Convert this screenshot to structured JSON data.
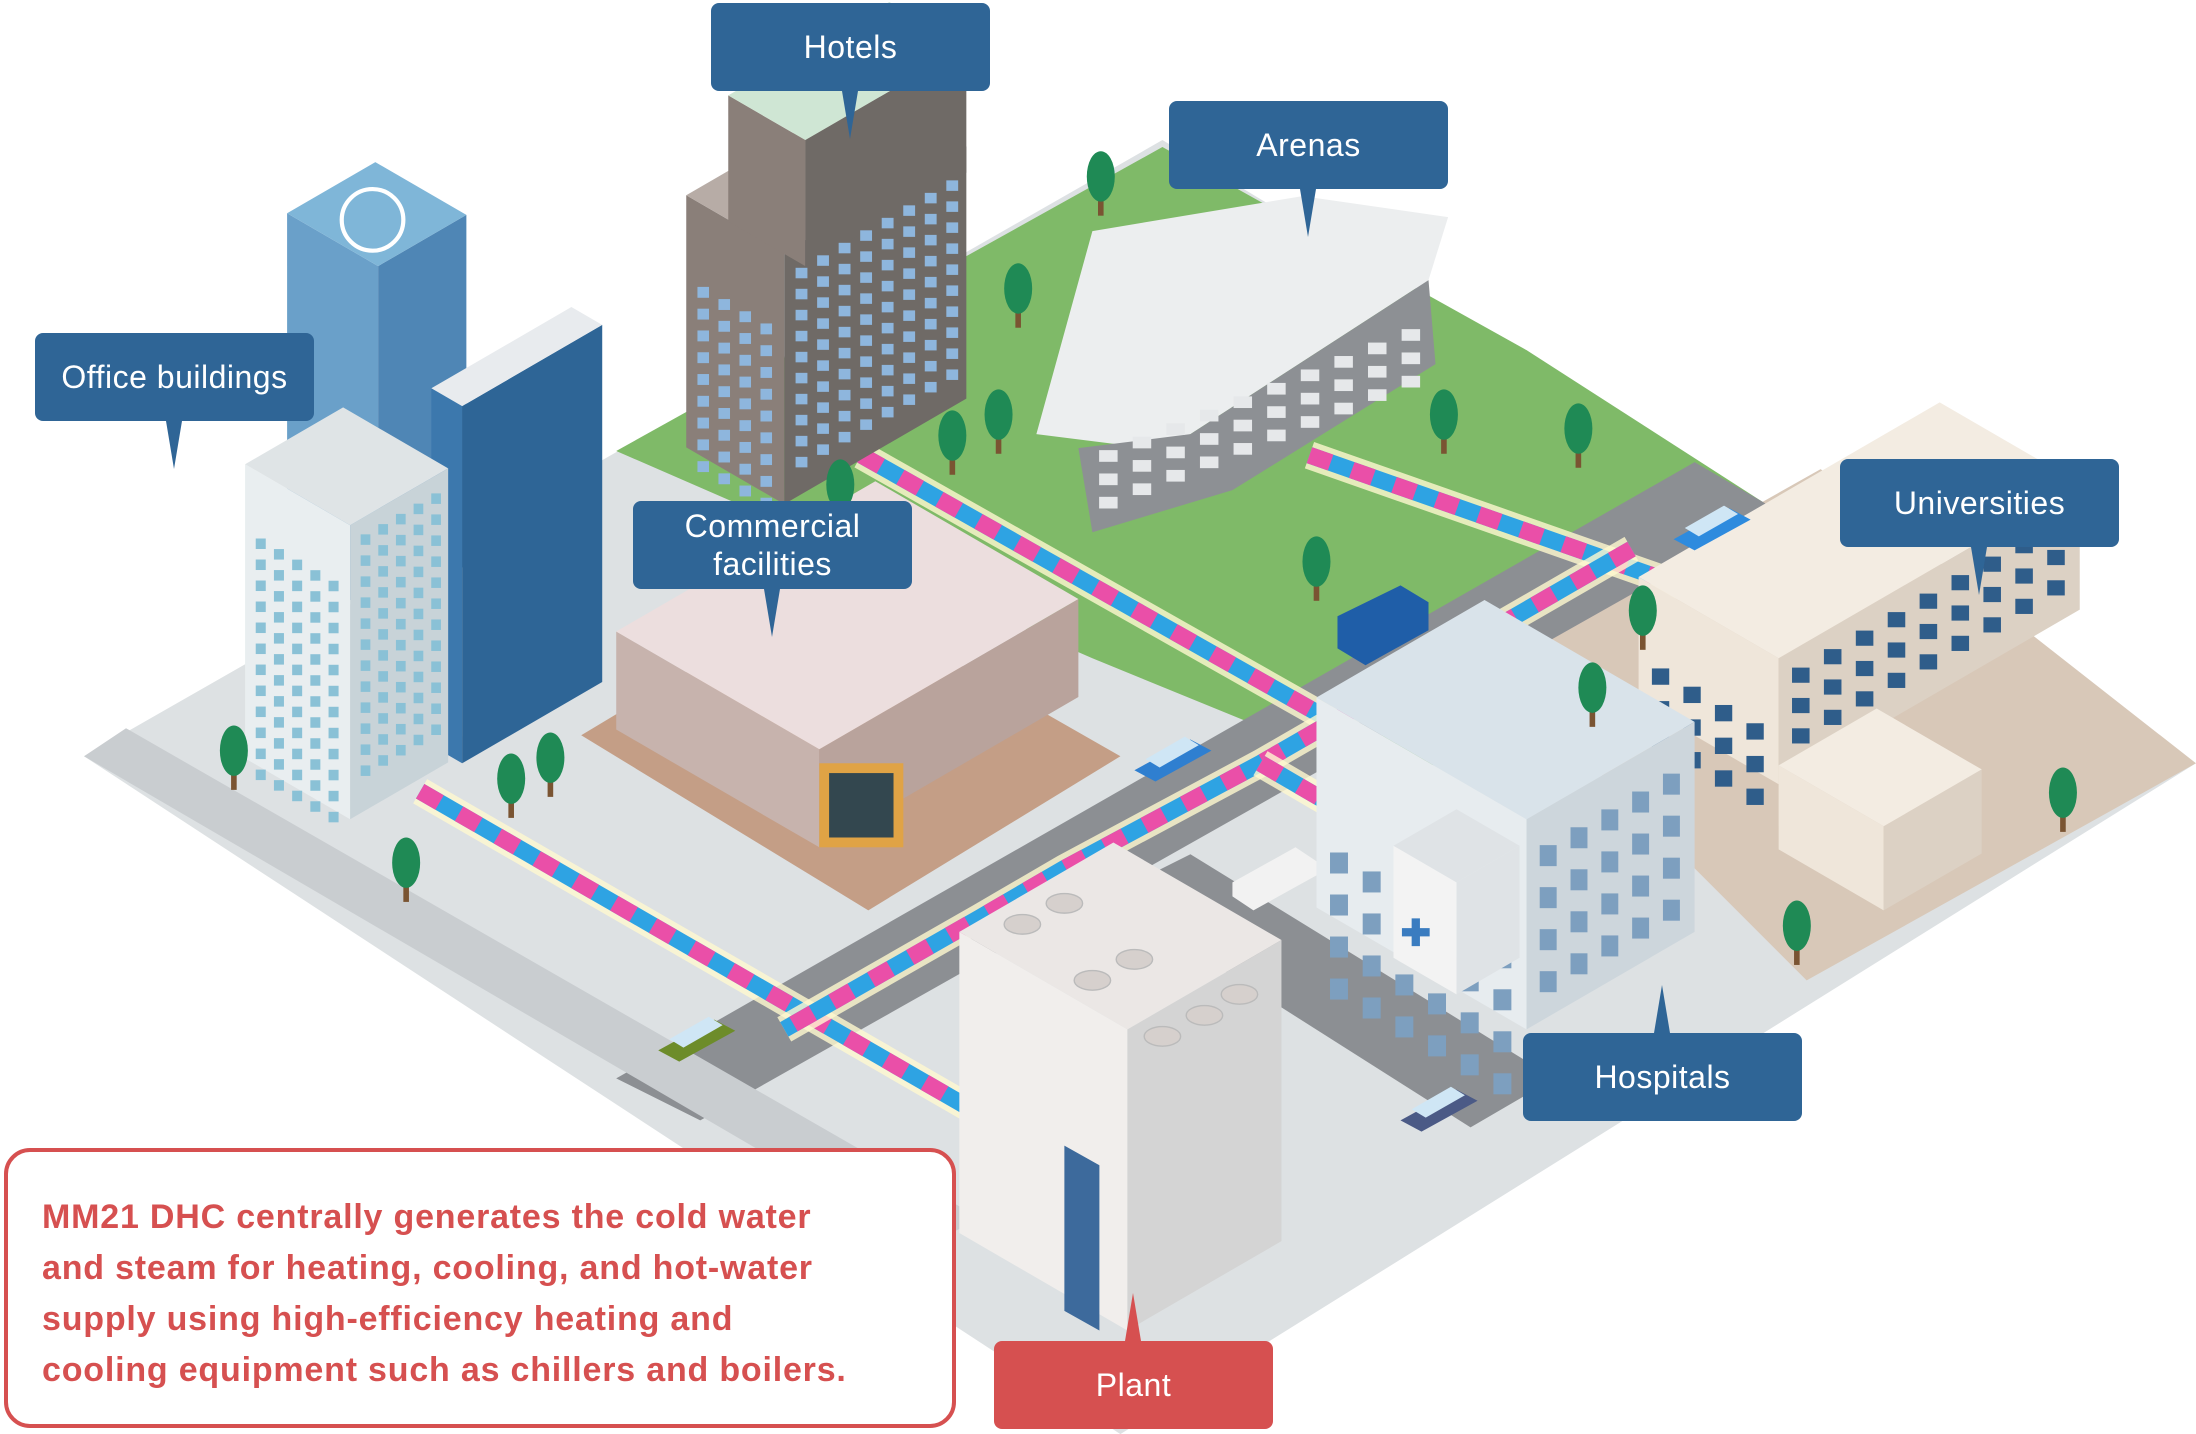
{
  "labels": {
    "hotels": "Hotels",
    "arenas": "Arenas",
    "office_buildings": "Office buildings",
    "commercial_facilities": "Commercial facilities",
    "universities": "Universities",
    "hospitals": "Hospitals",
    "plant": "Plant"
  },
  "description": {
    "lines": [
      "MM21 DHC centrally generates the cold water",
      "and steam for heating, cooling, and hot-water",
      "supply using high-efficiency heating and",
      "cooling equipment such as chillers and boilers."
    ]
  },
  "colors": {
    "label_blue": "#2f6596",
    "plant_red": "#d65050",
    "pipe_pink": "#ea4fa8",
    "pipe_blue": "#2ea3e3",
    "park_green": "#7fba68",
    "ground": "#dde1e3",
    "road": "#8c8f93"
  }
}
